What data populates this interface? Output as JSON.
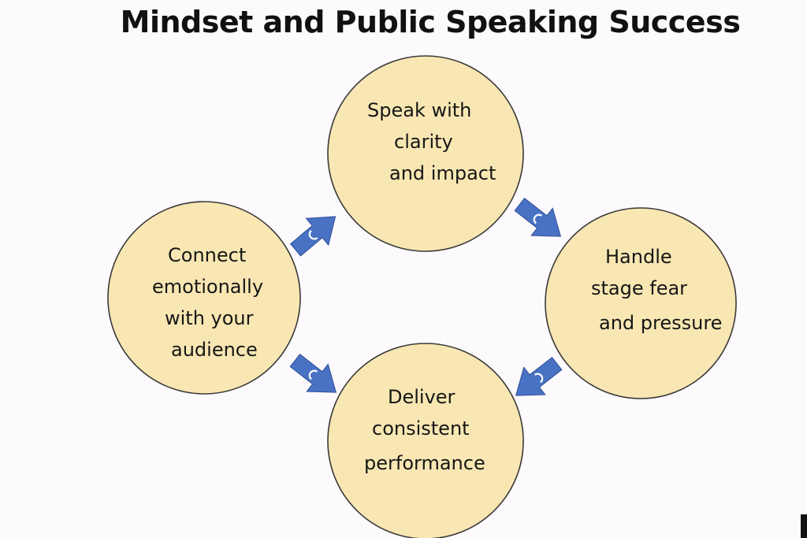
{
  "title": "Mindset and Public Speaking Success",
  "nodes": {
    "top": {
      "lines": [
        "Speak with",
        "clarity",
        "and impact"
      ]
    },
    "right": {
      "lines": [
        "Handle",
        "stage fear",
        "and pressure"
      ]
    },
    "bottom": {
      "lines": [
        "Deliver",
        "consistent",
        "performance"
      ]
    },
    "left": {
      "lines": [
        "Connect",
        "emotionally",
        "with your",
        "audience"
      ]
    }
  },
  "colors": {
    "circle_fill": "#f8e7b3",
    "circle_stroke": "#3a3a3a",
    "arrow_fill": "#4a72c4",
    "arrow_stroke": "#2e4f95"
  }
}
